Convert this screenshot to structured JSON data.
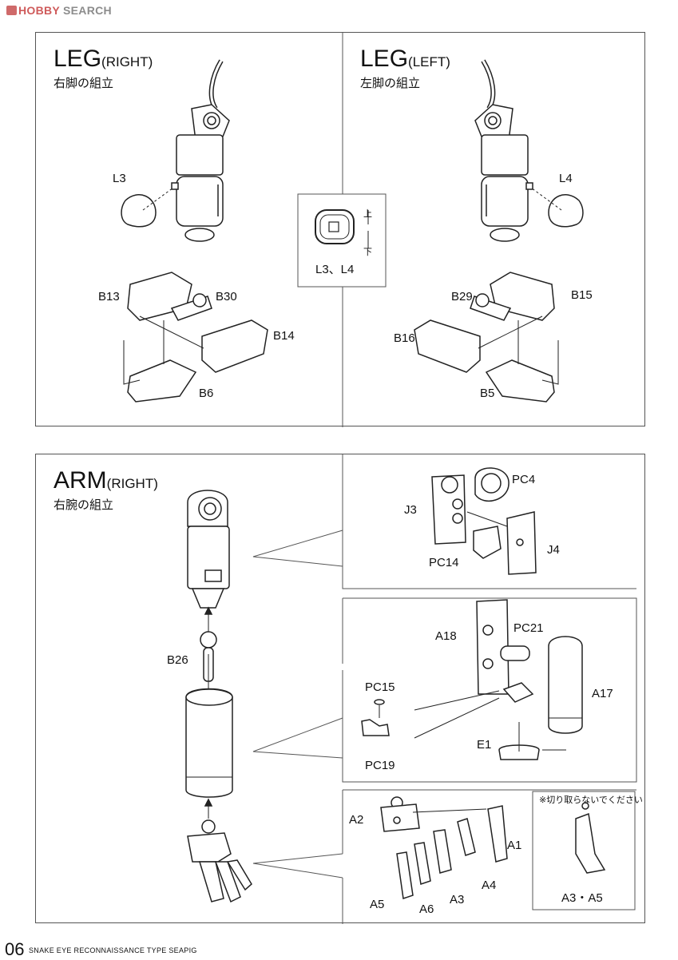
{
  "watermark": {
    "brand": "HOBBY",
    "brand_suffix": "SEARCH"
  },
  "leg_section": {
    "right": {
      "title": "LEG",
      "side": "(RIGHT)",
      "subtitle": "右脚の組立"
    },
    "left": {
      "title": "LEG",
      "side": "(LEFT)",
      "subtitle": "左脚の組立"
    },
    "detail": {
      "caption": "L3、L4",
      "up_mark": "上",
      "down_mark": "下"
    },
    "parts_right": [
      "L3",
      "B13",
      "B30",
      "B14",
      "B6"
    ],
    "parts_left": [
      "L4",
      "B29",
      "B15",
      "B16",
      "B5"
    ]
  },
  "arm_section": {
    "title": "ARM",
    "side": "(RIGHT)",
    "subtitle": "右腕の組立",
    "parts_main": [
      "B26"
    ],
    "shoulder_parts": [
      "J3",
      "PC4",
      "J4",
      "PC14"
    ],
    "forearm_parts": [
      "A18",
      "PC21",
      "A17",
      "PC15",
      "PC19",
      "E1"
    ],
    "hand_parts": [
      "A2",
      "A1",
      "A4",
      "A3",
      "A6",
      "A5"
    ],
    "note": {
      "text": "※切り取らないでください",
      "parts": "A3・A5"
    }
  },
  "footer": {
    "page_number": "06",
    "product_name": "SNAKE EYE RECONNAISSANCE TYPE SEAPIG"
  }
}
